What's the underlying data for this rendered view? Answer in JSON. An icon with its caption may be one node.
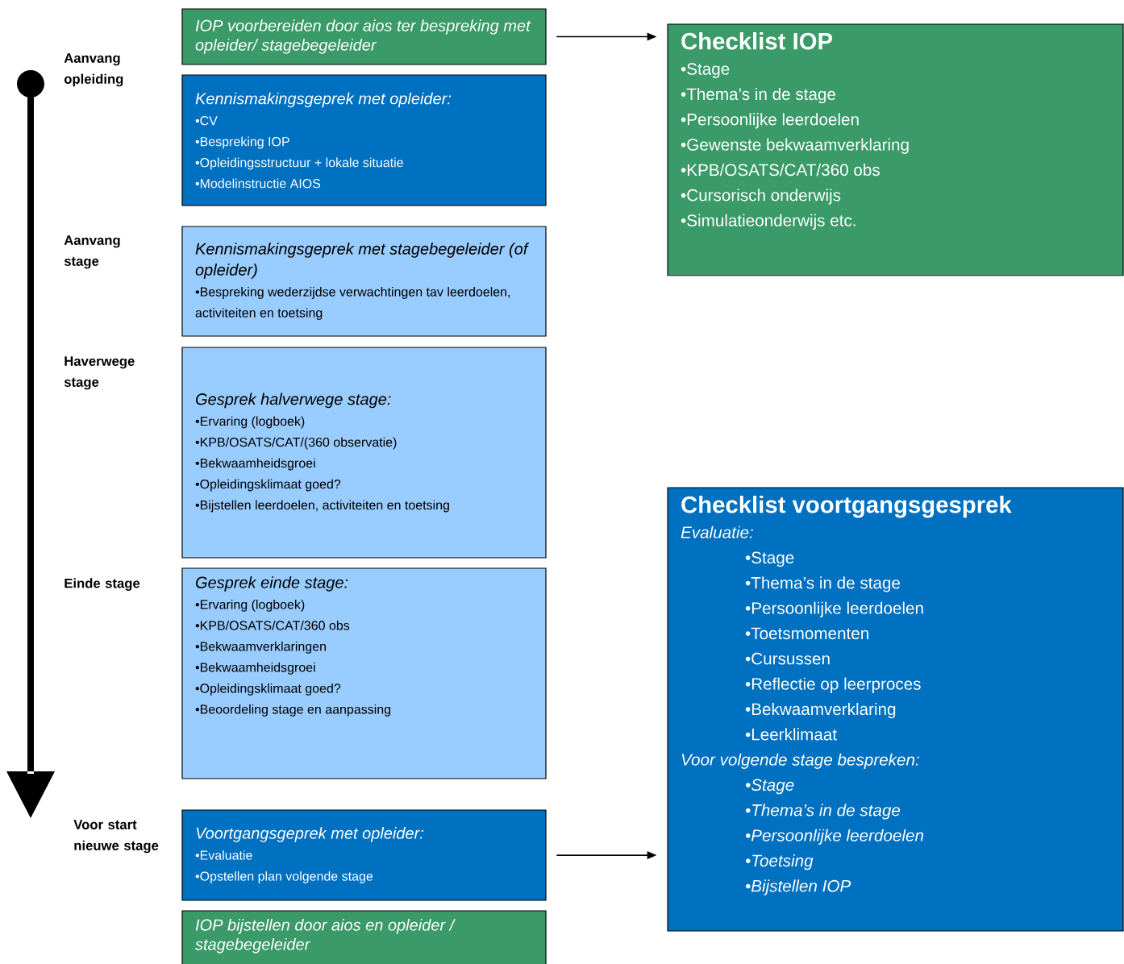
{
  "diagram": {
    "nodes": [
      {
        "text": [
          "IOP voorbereiden door aios ter bespreking met opleider/ stagebegeleider"
        ]
      },
      {
        "text": [
          "Kennismakingsgeprek met opleider:",
          "•CV",
          "•Bespreking IOP",
          "•Opleidingsstructuur + lokale situatie",
          "•Modelinstructie AIOS"
        ]
      },
      {
        "text": [
          "Kennismakingsgeprek met stagebegeleider (of opleider)",
          "•Bespreking wederzijdse verwachtingen tav leerdoelen, activiteiten en toetsing"
        ]
      },
      {
        "text": [
          "Gesprek halverwege stage:",
          "•Ervaring (logboek)",
          "•KPB/OSATS/CAT/(360 observatie)",
          "•Bekwaamheidsgroei",
          "•Opleidingsklimaat goed?",
          "•Bijstellen leerdoelen, activiteiten en toetsing"
        ]
      },
      {
        "text": [
          "Gesprek einde stage:",
          "•Ervaring (logboek)",
          "•KPB/OSATS/CAT/360 obs",
          "•Bekwaamverklaringen",
          "•Bekwaamheidsgroei",
          "•Opleidingsklimaat goed?",
          "•Beoordeling stage en aanpassing"
        ]
      },
      {
        "text": [
          "Voortgangsgeprek met opleider:",
          "•Evaluatie",
          "•Opstellen plan volgende stage"
        ]
      },
      {
        "text": [
          "IOP bijstellen door aios en opleider / stagebegeleider"
        ]
      },
      {
        "text": [
          "Checklist IOP",
          "•Stage",
          "•Thema’s in de stage",
          "•Persoonlijke leerdoelen",
          "•Gewenste bekwaamverklaring",
          "•KPB/OSATS/CAT/360 obs",
          "•Cursorisch onderwijs",
          "•Simulatieonderwijs etc."
        ]
      },
      {
        "text": [
          "Checklist voortgangsgesprek",
          "Evaluatie:",
          "•Stage",
          "•Thema’s in de stage",
          "•Persoonlijke leerdoelen",
          "•Toetsmomenten",
          "•Cursussen",
          "•Reflectie op leerproces",
          "•Bekwaamverklaring",
          "•Leerklimaat",
          "Voor volgende stage bespreken:",
          "•Stage",
          "•Thema’s in de stage",
          "•Persoonlijke leerdoelen",
          "•Toetsing",
          "•Bijstellen IOP"
        ]
      }
    ],
    "edges": [
      {
        "from": 0,
        "to": 7,
        "arrow": "to"
      },
      {
        "from": 5,
        "to": 8,
        "arrow": "to"
      }
    ],
    "labels": [
      "Aanvang opleiding",
      "Aanvang stage",
      "Haverwege stage",
      "Einde stage",
      "Voor start nieuwe stage"
    ]
  }
}
